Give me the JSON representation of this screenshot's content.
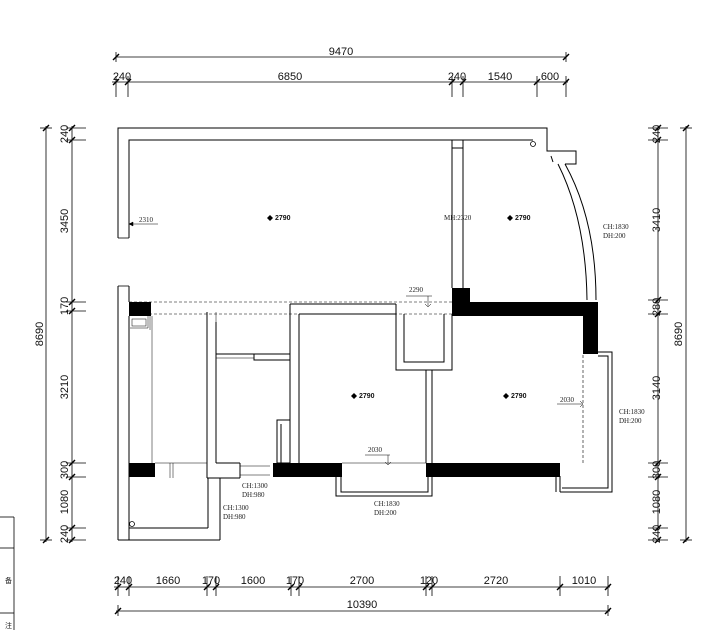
{
  "dimensions": {
    "top_total": "9470",
    "top_segments": [
      "240",
      "6850",
      "240",
      "1540",
      "600"
    ],
    "bottom_segments": [
      "240",
      "1660",
      "170",
      "1600",
      "170",
      "2700",
      "120",
      "2720",
      "1010"
    ],
    "bottom_total": "10390",
    "left_segments": [
      "240",
      "3450",
      "170",
      "3210",
      "300",
      "1080",
      "240"
    ],
    "left_total": "8690",
    "right_segments": [
      "240",
      "3410",
      "280",
      "3140",
      "300",
      "1080",
      "240"
    ],
    "right_total": "8690"
  },
  "room_heights": [
    "2790",
    "2790",
    "2790",
    "2790"
  ],
  "annotations": {
    "mh": "MH:2320",
    "width_2310": "2310",
    "width_2290": "2290",
    "width_2030_a": "2030",
    "width_2030_b": "2030",
    "window_ne": [
      "CH:1830",
      "DH:200"
    ],
    "window_e": [
      "CH:1830",
      "DH:200"
    ],
    "window_s": [
      "CH:1830",
      "DH:200"
    ],
    "window_bath": [
      "CH:1300",
      "DH:980"
    ],
    "window_balcony": [
      "CH:1300",
      "DH:980"
    ]
  },
  "legend_marks": [
    "备",
    "注"
  ]
}
